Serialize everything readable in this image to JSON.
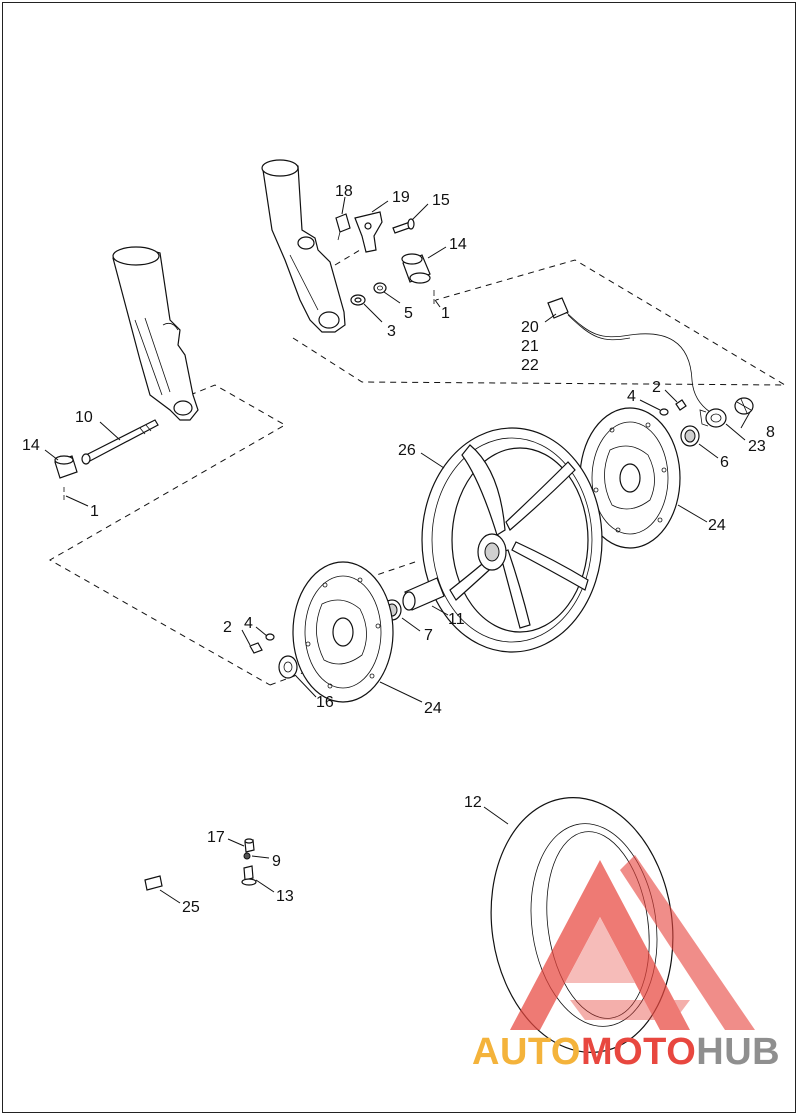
{
  "callouts": [
    {
      "id": "c18",
      "text": "18"
    },
    {
      "id": "c19",
      "text": "19"
    },
    {
      "id": "c15",
      "text": "15"
    },
    {
      "id": "c14a",
      "text": "14"
    },
    {
      "id": "c5",
      "text": "5"
    },
    {
      "id": "c1a",
      "text": "1"
    },
    {
      "id": "c3",
      "text": "3"
    },
    {
      "id": "c20",
      "text": "20"
    },
    {
      "id": "c21",
      "text": "21"
    },
    {
      "id": "c22",
      "text": "22"
    },
    {
      "id": "c10",
      "text": "10"
    },
    {
      "id": "c14b",
      "text": "14"
    },
    {
      "id": "c1b",
      "text": "1"
    },
    {
      "id": "c4a",
      "text": "4"
    },
    {
      "id": "c2a",
      "text": "2"
    },
    {
      "id": "c8",
      "text": "8"
    },
    {
      "id": "c23",
      "text": "23"
    },
    {
      "id": "c26",
      "text": "26"
    },
    {
      "id": "c6",
      "text": "6"
    },
    {
      "id": "c24a",
      "text": "24"
    },
    {
      "id": "c2b",
      "text": "2"
    },
    {
      "id": "c4b",
      "text": "4"
    },
    {
      "id": "c7",
      "text": "7"
    },
    {
      "id": "c11",
      "text": "11"
    },
    {
      "id": "c16",
      "text": "16"
    },
    {
      "id": "c24b",
      "text": "24"
    },
    {
      "id": "c12",
      "text": "12"
    },
    {
      "id": "c17",
      "text": "17"
    },
    {
      "id": "c9",
      "text": "9"
    },
    {
      "id": "c13",
      "text": "13"
    },
    {
      "id": "c25",
      "text": "25"
    }
  ],
  "watermark": {
    "brand_part1": "AUTO",
    "brand_part2": "MOTO",
    "brand_part3": "HUB",
    "colors": {
      "auto": "#f4b33b",
      "moto": "#e8473f",
      "hub": "#8f8f8f",
      "triangle": "#e8473f"
    }
  }
}
